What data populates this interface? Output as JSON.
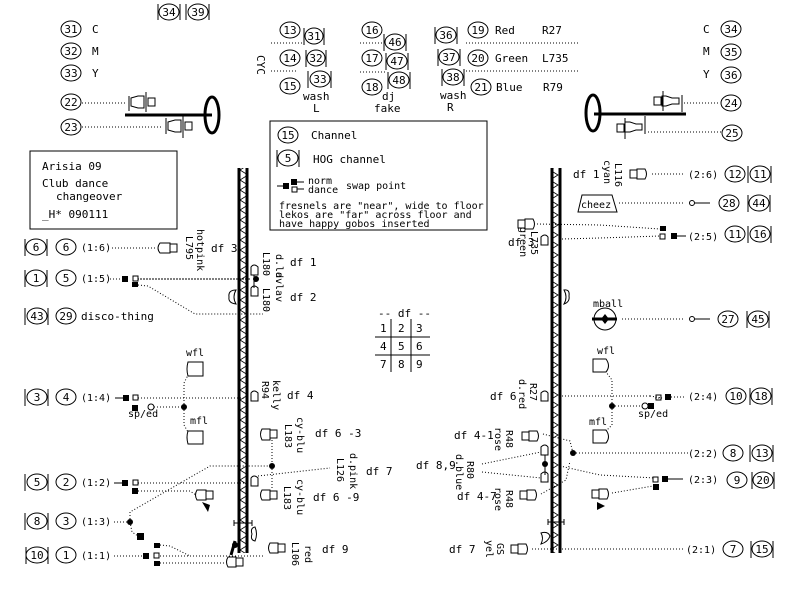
{
  "title_box": {
    "line1": "Arisia 09",
    "line2": "Club dance",
    "line3": "changeover",
    "line4": "_H* 090111"
  },
  "legend": {
    "channel_sample": "15",
    "channel_label": "Channel",
    "hog_sample": "5",
    "hog_label": "HOG channel",
    "swap_norm": "norm",
    "swap_dance": "dance",
    "swap_label": "swap point",
    "note1": "fresnels are \"near\", wide to floor",
    "note2": "lekos are \"far\" across floor and",
    "note3": "have happy gobos inserted"
  },
  "df_grid": {
    "title": "-- df --",
    "cells": [
      "1",
      "2",
      "3",
      "4",
      "5",
      "6",
      "7",
      "8",
      "9"
    ]
  },
  "top": {
    "hog_top": [
      "34",
      "39"
    ],
    "cyc_label": "CYC",
    "left_cmy": [
      {
        "ch": "31",
        "label": "C"
      },
      {
        "ch": "32",
        "label": "M"
      },
      {
        "ch": "33",
        "label": "Y"
      }
    ],
    "right_cmy": [
      {
        "ch": "34",
        "label": "C"
      },
      {
        "ch": "35",
        "label": "M"
      },
      {
        "ch": "36",
        "label": "Y"
      }
    ],
    "left_units": [
      "22",
      "23"
    ],
    "right_units": [
      "24",
      "25"
    ],
    "wash_l": {
      "channels": [
        "13",
        "14",
        "15"
      ],
      "hog": [
        "31",
        "32",
        "33"
      ],
      "label1": "wash",
      "label2": "L"
    },
    "dj_fake": {
      "channels": [
        "16",
        "17",
        "18"
      ],
      "hog": [
        "46",
        "47",
        "48"
      ],
      "label1": "dj",
      "label2": "fake"
    },
    "wash_r": {
      "hog": [
        "36",
        "37",
        "38"
      ],
      "label1": "wash",
      "label2": "R"
    },
    "rgb": [
      {
        "ch": "19",
        "name": "Red",
        "gel": "R27"
      },
      {
        "ch": "20",
        "name": "Green",
        "gel": "L735"
      },
      {
        "ch": "21",
        "name": "Blue",
        "gel": "R79"
      }
    ]
  },
  "left_circuits": [
    {
      "hog": "6",
      "ch": "6",
      "circ": "(1:6)"
    },
    {
      "hog": "1",
      "ch": "5",
      "circ": "(1:5)"
    },
    {
      "hog": "43",
      "ch": "29",
      "circ": "disco-thing"
    },
    {
      "hog": "3",
      "ch": "4",
      "circ": "(1:4)"
    },
    {
      "hog": "5",
      "ch": "2",
      "circ": "(1:2)"
    },
    {
      "hog": "8",
      "ch": "3",
      "circ": "(1:3)"
    },
    {
      "hog": "10",
      "ch": "1",
      "circ": "(1:1)"
    }
  ],
  "right_circuits": [
    {
      "circ": "(2:6)",
      "ch": "12",
      "hog": "11"
    },
    {
      "circ": "",
      "ch": "28",
      "hog": "44"
    },
    {
      "circ": "(2:5)",
      "ch": "11",
      "hog": "16"
    },
    {
      "circ": "",
      "ch": "27",
      "hog": "45"
    },
    {
      "circ": "(2:4)",
      "ch": "10",
      "hog": "18"
    },
    {
      "circ": "(2:2)",
      "ch": "8",
      "hog": "13"
    },
    {
      "circ": "(2:3)",
      "ch": "9",
      "hog": "20"
    },
    {
      "circ": "(2:1)",
      "ch": "7",
      "hog": "15"
    }
  ],
  "fixtures_left": {
    "df3": {
      "label": "df 3",
      "color": "hotpink",
      "gel": "L795"
    },
    "df1": {
      "label": "df 1",
      "color": "d.lav",
      "gel": "L180"
    },
    "df2": {
      "label": "df 2",
      "color": "d.lav",
      "gel": "L180"
    },
    "df4": {
      "label": "df 4",
      "color": "kelly",
      "gel": "R94"
    },
    "df63": {
      "label": "df 6 -3",
      "color": "cy-blu",
      "gel": "L183"
    },
    "df7": {
      "label": "df 7",
      "color": "d.pink",
      "gel": "L126"
    },
    "df69": {
      "label": "df 6 -9",
      "color": "cy-blu",
      "gel": "L183"
    },
    "df9": {
      "label": "df 9",
      "color": "red",
      "gel": "L106"
    },
    "wfl": "wfl",
    "mfl": "mfl",
    "sped": "sp/ed"
  },
  "fixtures_right": {
    "df1": {
      "label": "df 1",
      "color": "cyan",
      "gel": "L116"
    },
    "cheez": "cheez",
    "df3": {
      "label": "df 3",
      "color": "green",
      "gel": "L735"
    },
    "mball": "mball",
    "df6": {
      "label": "df 6",
      "color": "d.red",
      "gel": "R27"
    },
    "df41": {
      "label": "df 4-1",
      "color": "rose",
      "gel": "R48"
    },
    "df89": {
      "label": "df 8,9",
      "color": "d.blue",
      "gel": "R80"
    },
    "df47": {
      "label": "df 4-7",
      "color": "rose",
      "gel": "R48"
    },
    "df7": {
      "label": "df 7",
      "color": "yel",
      "gel": "GS"
    },
    "wfl": "wfl",
    "mfl": "mfl",
    "sped": "sp/ed"
  }
}
